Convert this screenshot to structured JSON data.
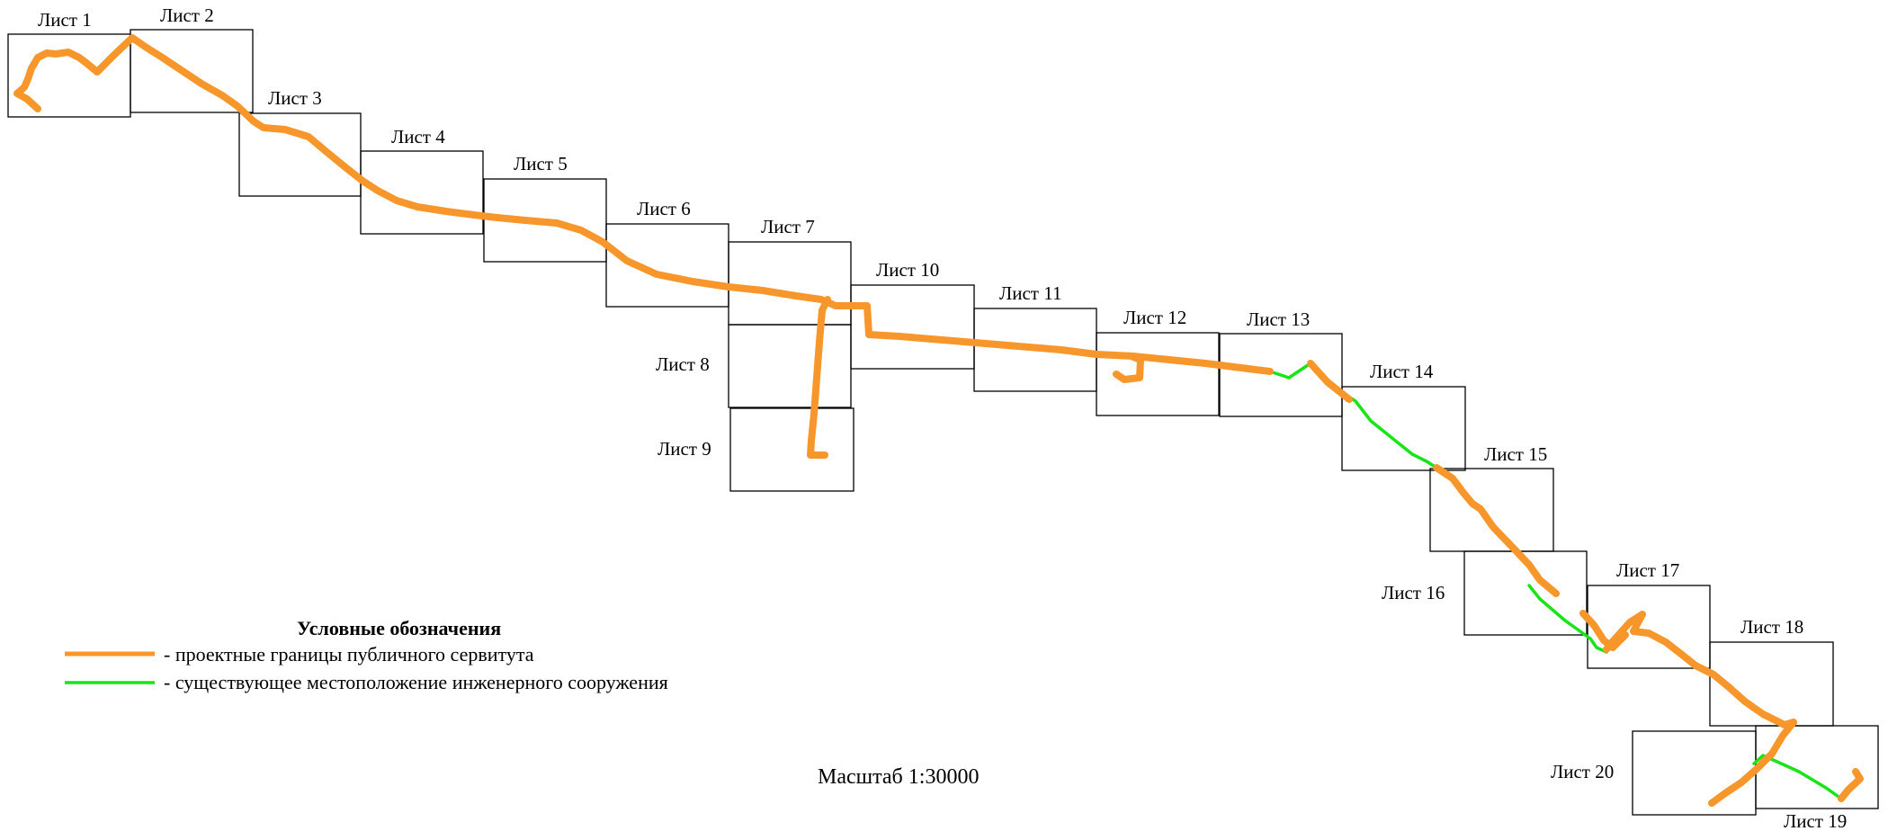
{
  "sheets": [
    "Лист 1",
    "Лист 2",
    "Лист 3",
    "Лист 4",
    "Лист 5",
    "Лист 6",
    "Лист 7",
    "Лист 8",
    "Лист 9",
    "Лист 10",
    "Лист 11",
    "Лист 12",
    "Лист 13",
    "Лист 14",
    "Лист 15",
    "Лист 16",
    "Лист 17",
    "Лист 18",
    "Лист 19",
    "Лист 20"
  ],
  "legend": {
    "title": "Условные обозначения",
    "items": [
      {
        "text": "- проектные границы публичного сервитута",
        "color": "#f7962b"
      },
      {
        "text": "- существующее местоположение инженерного сооружения",
        "color": "#18e418"
      }
    ]
  },
  "scale": "Масштаб 1:30000",
  "colors": {
    "designed_boundary": "#f7962b",
    "existing_structure": "#18e418",
    "sheet_frame": "#000000"
  }
}
